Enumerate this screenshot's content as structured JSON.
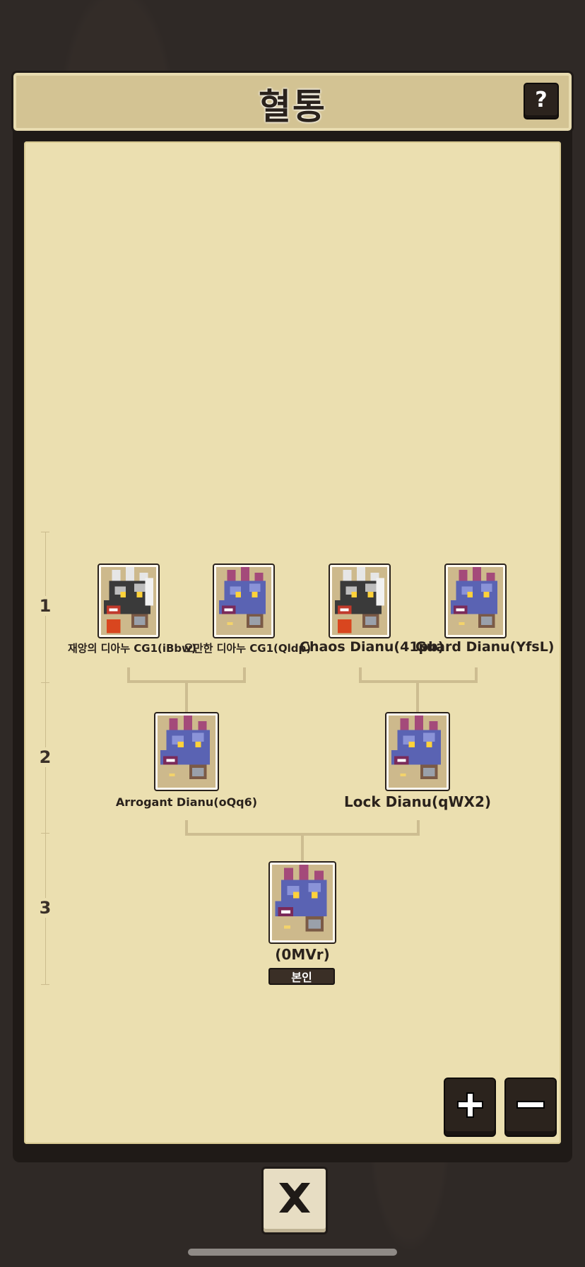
{
  "header": {
    "title": "혈통",
    "help_label": "?"
  },
  "generations": [
    "1",
    "2",
    "3"
  ],
  "gen1": [
    {
      "name": "재앙의 디아누 CG1(iBbw)",
      "variant": "chaos"
    },
    {
      "name": "오만한 디아누 CG1(Qldp)",
      "variant": "blue"
    },
    {
      "name": "Chaos Dianu(41pb)",
      "variant": "chaos"
    },
    {
      "name": "Guard Dianu(YfsL)",
      "variant": "blue"
    }
  ],
  "gen2": [
    {
      "name": "Arrogant  Dianu(oQq6)",
      "variant": "blue"
    },
    {
      "name": "Lock Dianu(qWX2)",
      "variant": "blue"
    }
  ],
  "gen3": {
    "name": "(0MVr)",
    "variant": "blue",
    "badge": "본인"
  },
  "controls": {
    "zoom_in_icon": "plus-icon",
    "zoom_out_icon": "minus-icon",
    "close_icon": "close-x-icon"
  },
  "colors": {
    "parchment": "#ebdfb0",
    "header": "#d3c393",
    "background": "#2f2926",
    "connector": "#cdbd91"
  }
}
